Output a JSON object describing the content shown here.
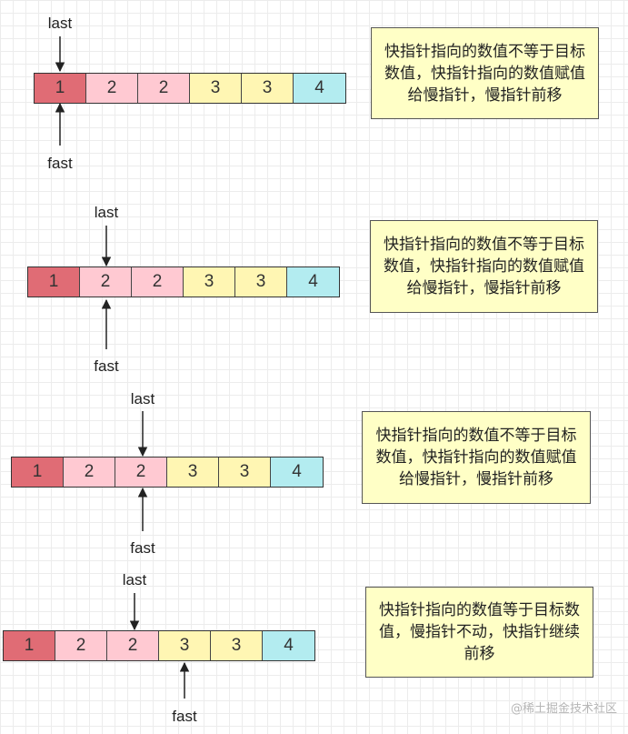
{
  "colors": {
    "1": "#e06c75",
    "2": "#ffc9d2",
    "3": "#fff6b3",
    "4": "#b3ecf0",
    "note_bg": "#ffffc6"
  },
  "steps": [
    {
      "cells": [
        "1",
        "2",
        "2",
        "3",
        "3",
        "4"
      ],
      "last_label": "last",
      "fast_label": "fast",
      "note": "快指针指向的数值不等于目标数值，快指针指向的数值赋值给慢指针，慢指针前移"
    },
    {
      "cells": [
        "1",
        "2",
        "2",
        "3",
        "3",
        "4"
      ],
      "last_label": "last",
      "fast_label": "fast",
      "note": "快指针指向的数值不等于目标数值，快指针指向的数值赋值给慢指针，慢指针前移"
    },
    {
      "cells": [
        "1",
        "2",
        "2",
        "3",
        "3",
        "4"
      ],
      "last_label": "last",
      "fast_label": "fast",
      "note": "快指针指向的数值不等于目标数值，快指针指向的数值赋值给慢指针，慢指针前移"
    },
    {
      "cells": [
        "1",
        "2",
        "2",
        "3",
        "3",
        "4"
      ],
      "last_label": "last",
      "fast_label": "fast",
      "note": "快指针指向的数值等于目标数值，慢指针不动，快指针继续前移"
    }
  ],
  "watermark": "@稀土掘金技术社区"
}
